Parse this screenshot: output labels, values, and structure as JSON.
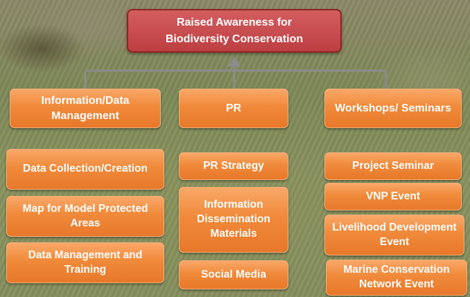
{
  "root": {
    "line1": "Raised Awareness for",
    "line2": "Biodiversity Conservation"
  },
  "columns": [
    {
      "heading": "Information/Data Management",
      "items": [
        "Data Collection/Creation",
        "Map for Model Protected Areas",
        "Data Management and Training"
      ]
    },
    {
      "heading": "PR",
      "items": [
        "PR Strategy",
        "Information Dissemination Materials",
        "Social Media"
      ]
    },
    {
      "heading": "Workshops/ Seminars",
      "items": [
        "Project Seminar",
        "VNP Event",
        "Livelihood Development Event",
        "Marine Conservation Network Event"
      ]
    }
  ],
  "colors": {
    "root_fill": "#bd3f42",
    "box_fill": "#f08a3a",
    "connector": "#8c8c8c"
  }
}
